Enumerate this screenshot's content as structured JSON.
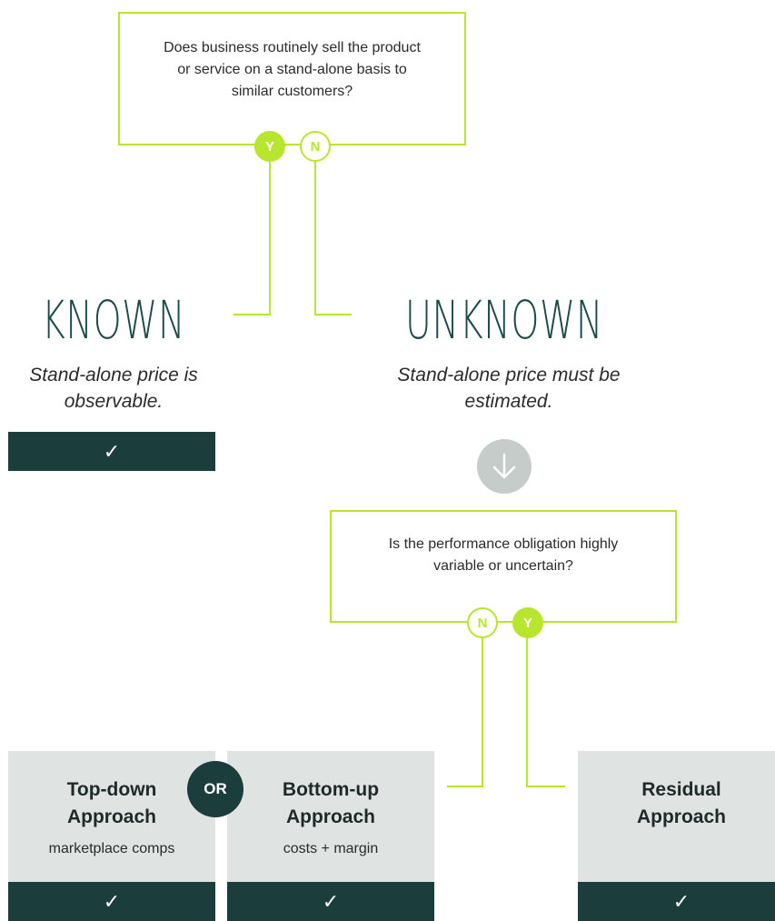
{
  "question1": {
    "text": "Does business routinely sell the product or service on a stand-alone basis to similar customers?",
    "yes_label": "Y",
    "no_label": "N"
  },
  "known": {
    "title": "KNOWN",
    "description": "Stand-alone price is observable.",
    "check": "✓"
  },
  "unknown": {
    "title": "UNKNOWN",
    "description": "Stand-alone price must be estimated."
  },
  "question2": {
    "text": "Is the performance obligation highly variable or uncertain?",
    "no_label": "N",
    "yes_label": "Y"
  },
  "approaches": {
    "topdown": {
      "title": "Top-down Approach",
      "sub": "marketplace comps",
      "check": "✓"
    },
    "or_label": "OR",
    "bottomup": {
      "title": "Bottom-up Approach",
      "sub": "costs + margin",
      "check": "✓"
    },
    "residual": {
      "title": "Residual Approach",
      "sub": "",
      "check": "✓"
    }
  },
  "colors": {
    "accent": "#b8e62e",
    "dark": "#1b3d3c",
    "card": "#dfe3e1",
    "title": "#1e4a4a"
  },
  "icons": {
    "down_arrow": "arrow-down-icon",
    "check": "check-icon"
  }
}
